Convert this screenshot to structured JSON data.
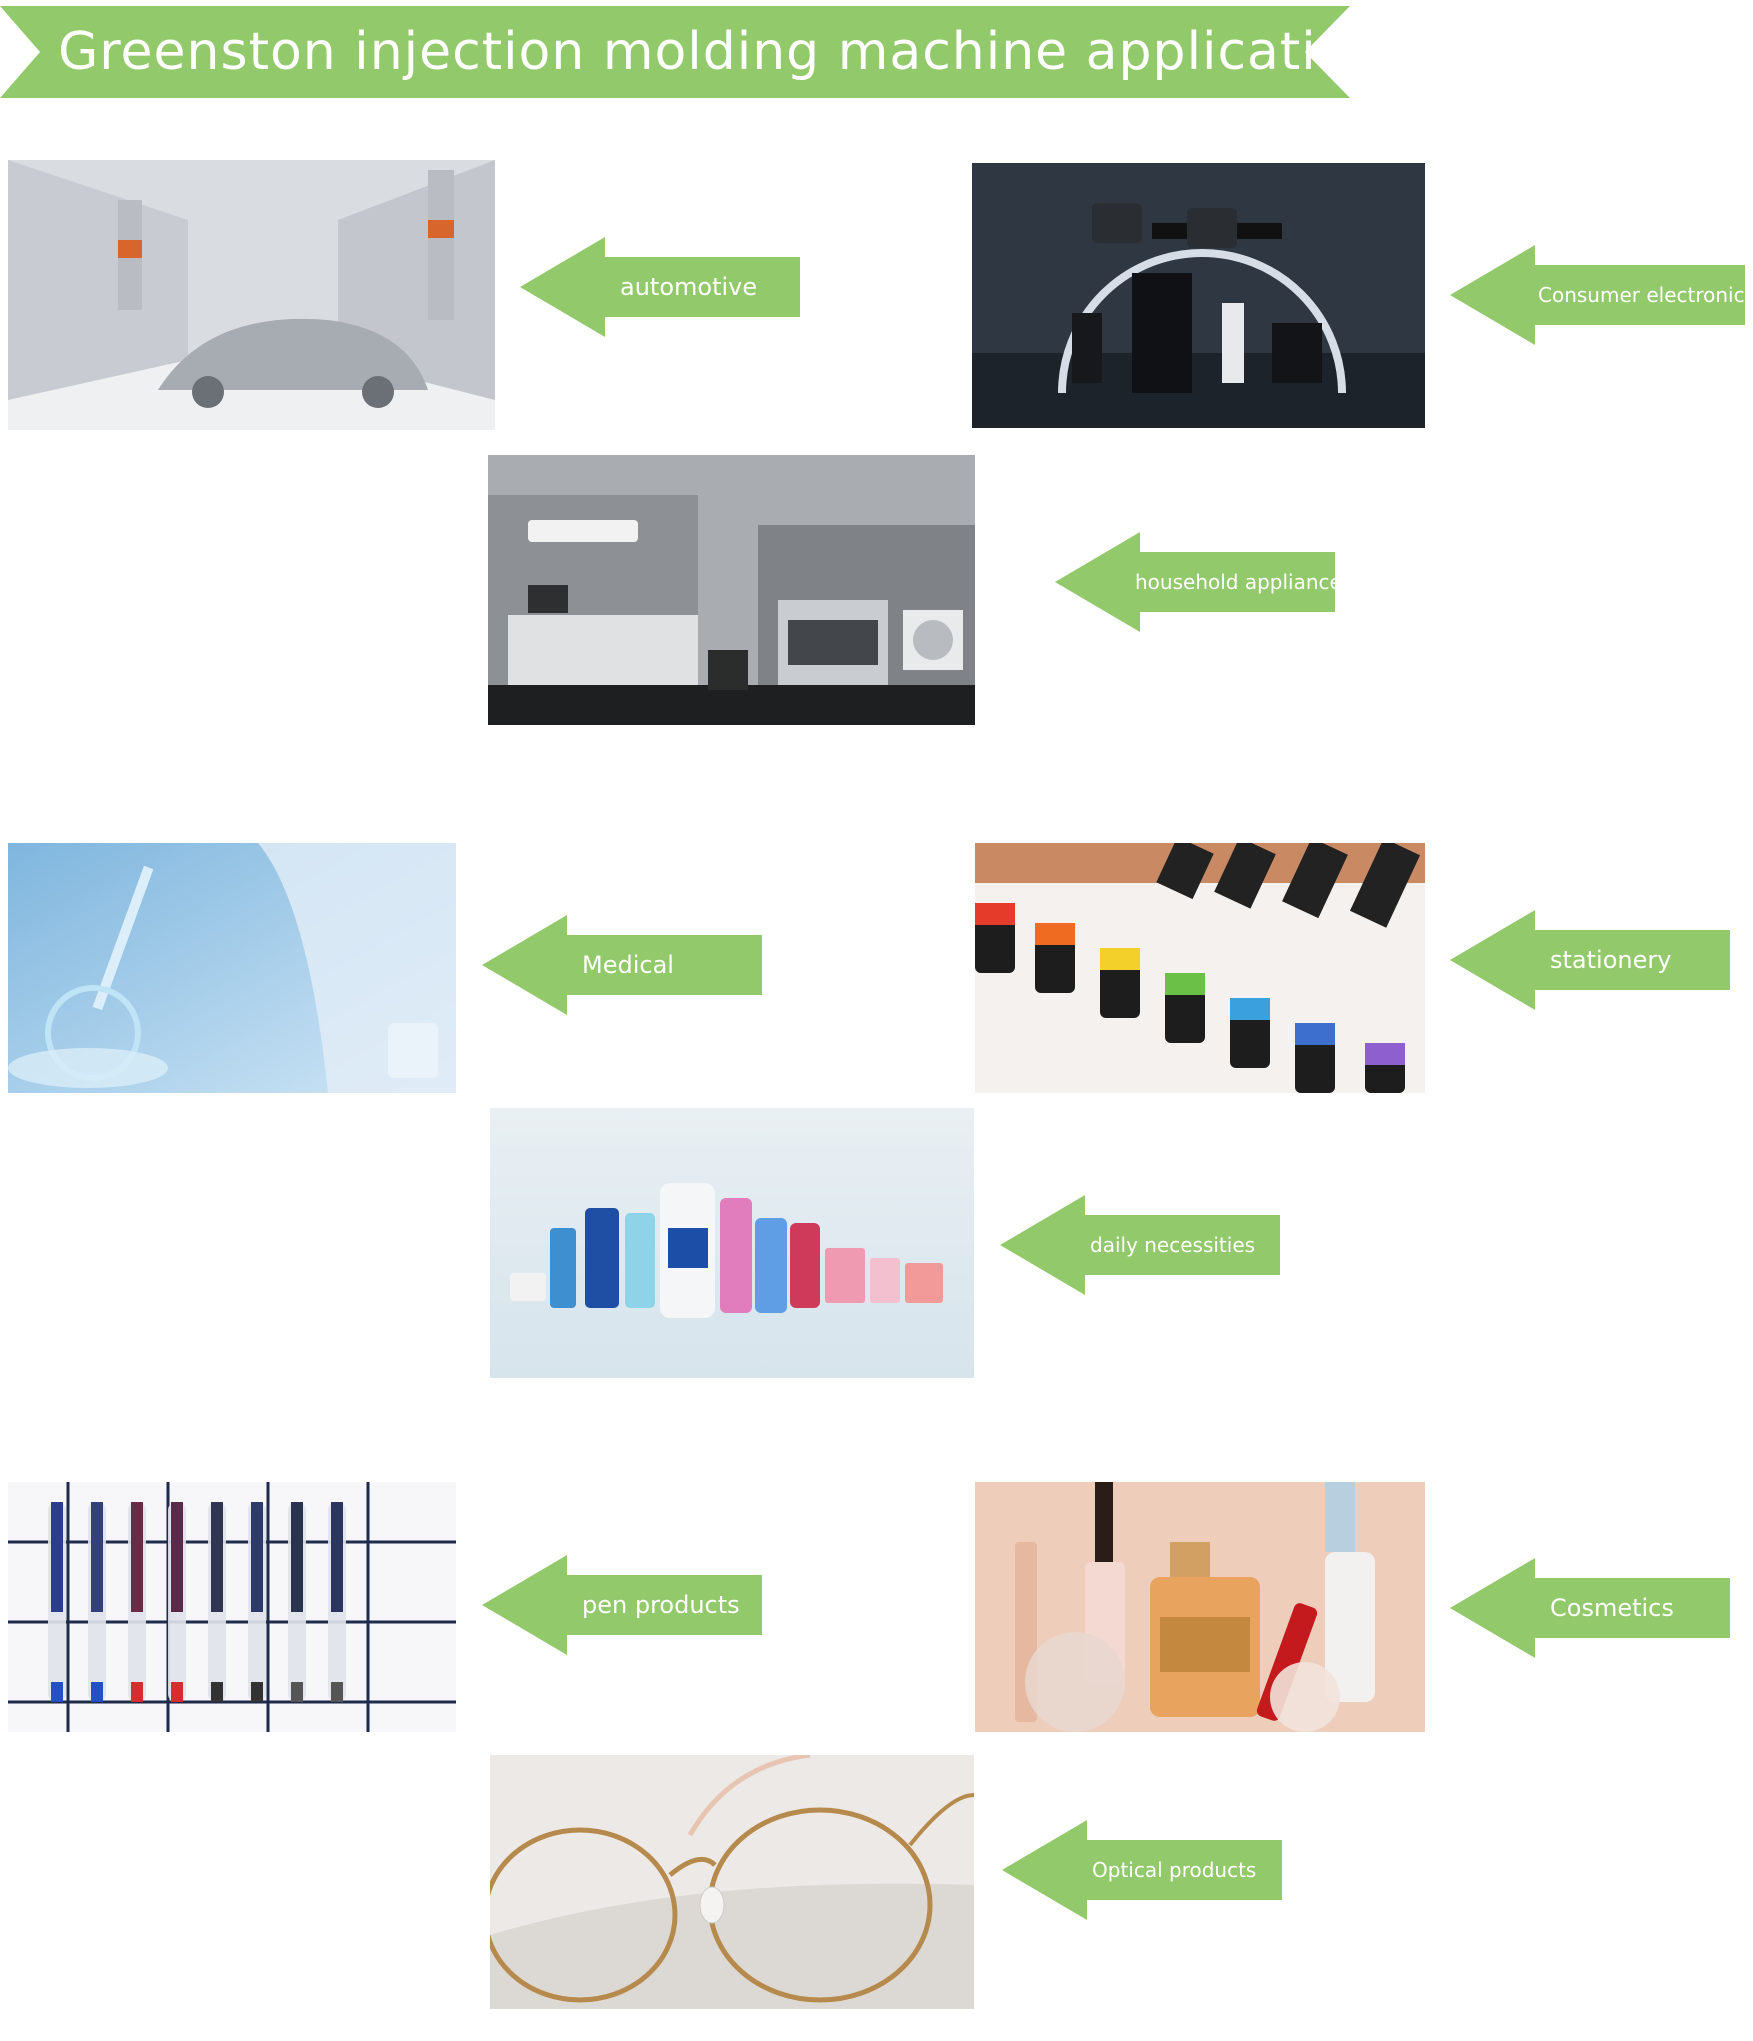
{
  "title": "Greenston injection molding machine application field",
  "colors": {
    "accent_green": "#92c96a",
    "text_on_green": "#ffffff"
  },
  "fields": [
    {
      "label": "automotive",
      "photo": "automotive-photo"
    },
    {
      "label": "Consumer electronics",
      "photo": "consumer-electronics-photo"
    },
    {
      "label": "household appliance",
      "photo": "household-appliance-photo"
    },
    {
      "label": "Medical",
      "photo": "medical-photo"
    },
    {
      "label": "stationery",
      "photo": "stationery-photo"
    },
    {
      "label": "daily necessities",
      "photo": "daily-necessities-photo"
    },
    {
      "label": "pen products",
      "photo": "pen-products-photo"
    },
    {
      "label": "Cosmetics",
      "photo": "cosmetics-photo"
    },
    {
      "label": "Optical products",
      "photo": "optical-products-photo"
    }
  ]
}
